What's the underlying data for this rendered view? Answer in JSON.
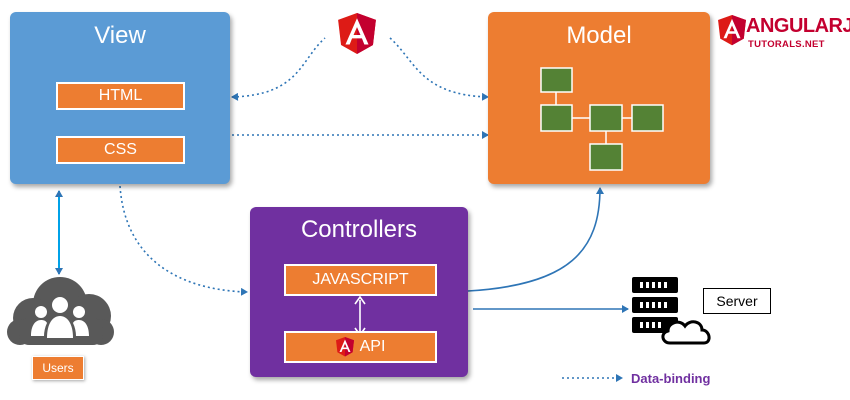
{
  "view": {
    "title": "View",
    "items": [
      "HTML",
      "CSS"
    ]
  },
  "model": {
    "title": "Model"
  },
  "controllers": {
    "title": "Controllers",
    "items": [
      "JAVASCRIPT",
      "API"
    ]
  },
  "logo": {
    "title": "ANGULARJS",
    "subtitle": "TUTORALS.NET"
  },
  "server": {
    "label": "Server"
  },
  "users": {
    "label": "Users"
  },
  "legend": {
    "label": "Data-binding"
  },
  "colors": {
    "view": "#5b9bd5",
    "model": "#ed7d31",
    "controllers": "#7030a0",
    "chip": "#ed7d31",
    "model_node": "#548235",
    "connector": "#2e75b6",
    "angular_red": "#dd1b16",
    "legend_text": "#7030a0"
  },
  "icons": [
    "angular-logo-icon",
    "users-cloud-icon",
    "server-icon",
    "cloud-icon"
  ]
}
